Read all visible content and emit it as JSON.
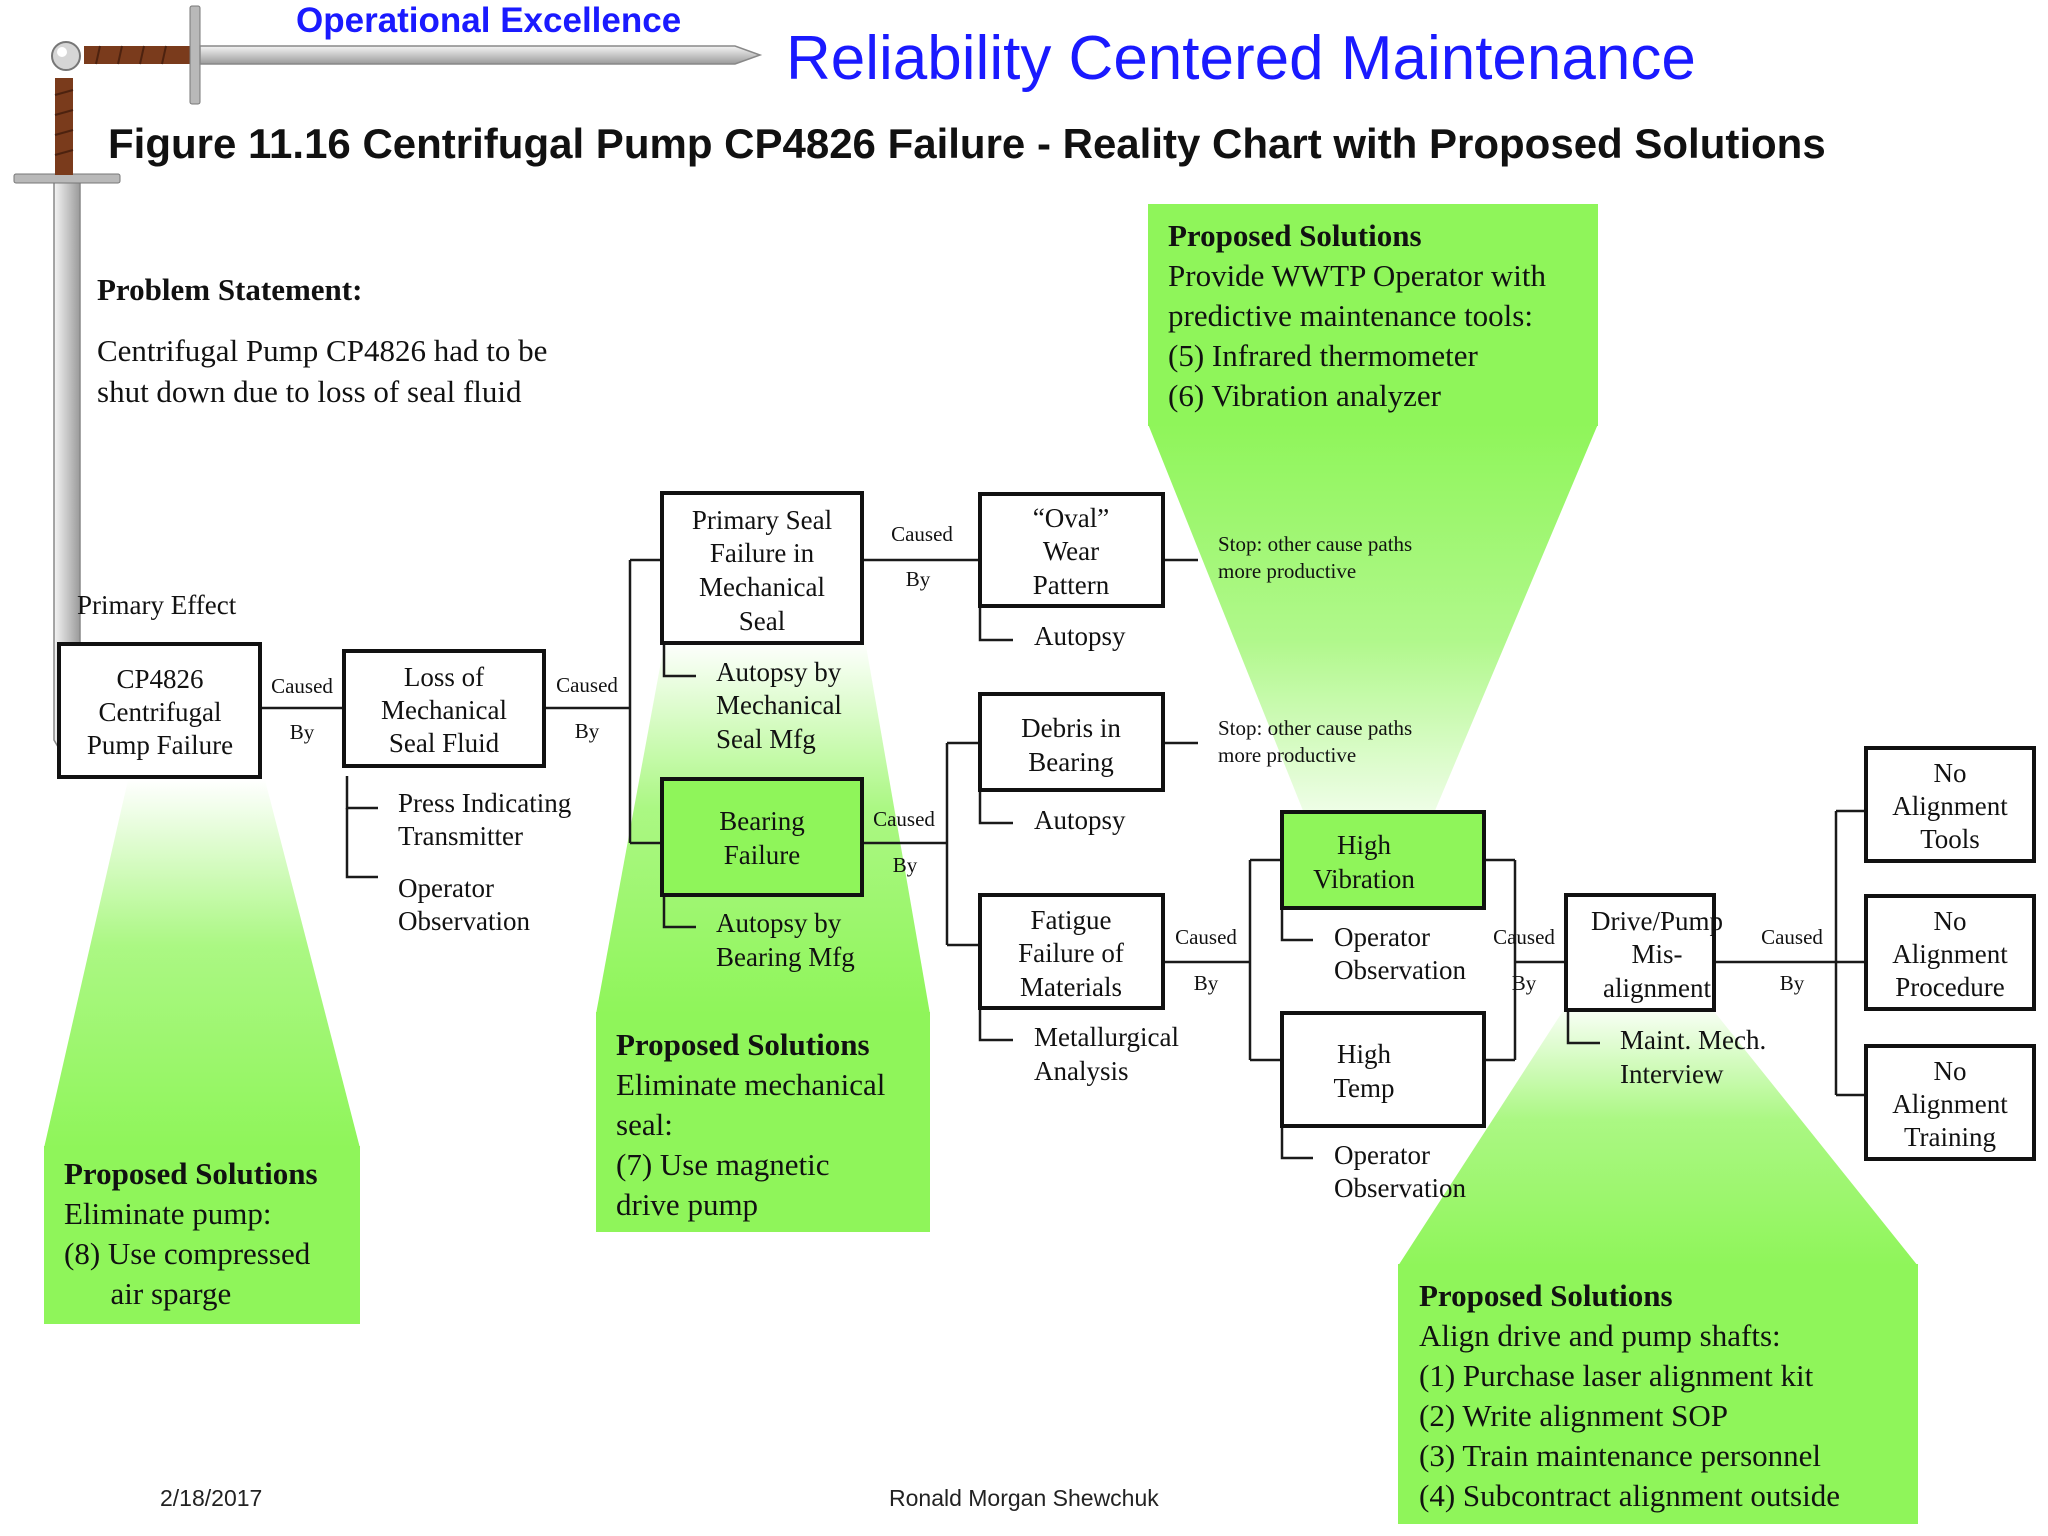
{
  "header": {
    "brand": "Operational Excellence",
    "title": "Reliability Centered Maintenance",
    "figure_title": "Figure 11.16  Centrifugal Pump CP4826 Failure - Reality Chart with Proposed Solutions"
  },
  "problem": {
    "heading": "Problem Statement:",
    "lines": [
      "Centrifugal Pump CP4826 had to be",
      "shut down due to loss of seal fluid"
    ]
  },
  "primary_effect_label": "Primary Effect",
  "caused_label": "Caused",
  "by_label": "By",
  "nodes": {
    "pump_failure": [
      "CP4826",
      "Centrifugal",
      "Pump Failure"
    ],
    "loss_seal_fluid": [
      "Loss of",
      "Mechanical",
      "Seal Fluid"
    ],
    "primary_seal": [
      "Primary Seal",
      "Failure in",
      "Mechanical",
      "Seal"
    ],
    "oval_wear": [
      "“Oval”",
      "Wear",
      "Pattern"
    ],
    "bearing_failure": [
      "Bearing",
      "Failure"
    ],
    "debris_bearing": [
      "Debris in",
      "Bearing"
    ],
    "fatigue": [
      "Fatigue",
      "Failure of",
      "Materials"
    ],
    "high_vibration": [
      "High",
      "Vibration"
    ],
    "high_temp": [
      "High",
      "Temp"
    ],
    "misalignment": [
      "Drive/Pump",
      "Mis-",
      "alignment"
    ],
    "no_tools": [
      "No",
      "Alignment",
      "Tools"
    ],
    "no_procedure": [
      "No",
      "Alignment",
      "Procedure"
    ],
    "no_training": [
      "No",
      "Alignment",
      "Training"
    ]
  },
  "evidence": {
    "press_indicating": [
      "Press Indicating",
      "Transmitter"
    ],
    "operator_obs_1": [
      "Operator",
      "Observation"
    ],
    "autopsy_mech_seal": [
      "Autopsy by",
      "Mechanical",
      "Seal Mfg"
    ],
    "autopsy_oval": [
      "Autopsy"
    ],
    "autopsy_bearing_mfg": [
      "Autopsy by",
      "Bearing Mfg"
    ],
    "autopsy_debris": [
      "Autopsy"
    ],
    "metallurgical": [
      "Metallurgical",
      "Analysis"
    ],
    "operator_obs_vib": [
      "Operator",
      "Observation"
    ],
    "operator_obs_temp": [
      "Operator",
      "Observation"
    ],
    "maint_interview": [
      "Maint. Mech.",
      "Interview"
    ]
  },
  "stops": {
    "oval": [
      "Stop:  other cause paths",
      "more productive"
    ],
    "debris": [
      "Stop:  other cause paths",
      "more productive"
    ]
  },
  "solutions": {
    "pump": {
      "heading": "Proposed Solutions",
      "lines": [
        "Eliminate pump:",
        "(8) Use compressed",
        "      air sparge"
      ]
    },
    "seal": {
      "heading": "Proposed Solutions",
      "lines": [
        "Eliminate mechanical",
        "seal:",
        "(7)  Use magnetic",
        "drive pump"
      ]
    },
    "predictive": {
      "heading": "Proposed Solutions",
      "lines": [
        "Provide WWTP Operator with",
        "predictive maintenance tools:",
        "(5)  Infrared thermometer",
        "(6)  Vibration analyzer"
      ]
    },
    "alignment": {
      "heading": "Proposed Solutions",
      "lines": [
        "Align drive and pump shafts:",
        "(1)  Purchase laser alignment kit",
        "(2)  Write alignment SOP",
        "(3)  Train maintenance personnel",
        "(4)  Subcontract alignment outside"
      ]
    }
  },
  "footer": {
    "date": "2/18/2017",
    "author": "Ronald Morgan Shewchuk"
  },
  "colors": {
    "green": "#8ff55a",
    "blue": "#1a1aff",
    "line": "#1a1a1a"
  }
}
